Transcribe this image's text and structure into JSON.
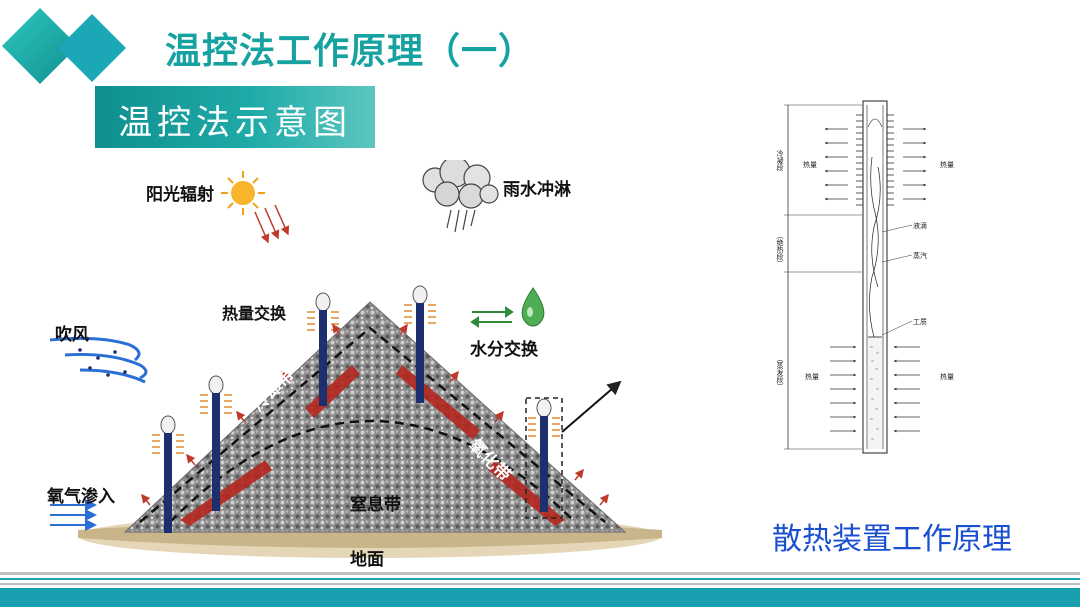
{
  "header": {
    "title": "温控法工作原理（一）",
    "subtitle": "温控法示意图"
  },
  "left_diagram": {
    "sun_label": "阳光辐射",
    "rain_label": "雨水冲淋",
    "wind_label": "吹风",
    "heat_exchange_label": "热量交换",
    "water_exchange_label": "水分交换",
    "oxygen_label": "氧气渗入",
    "cooling_zone_label": "冷却带",
    "oxidation_zone_label": "氧化带",
    "suffocation_zone_label": "窒息带",
    "ground_label": "地面"
  },
  "right_diagram": {
    "caption": "散热装置工作原理",
    "cooling_section": "冷凝段",
    "insulation_section": "（绝热段）",
    "evaporation_section": "（蒸发段）",
    "heat_labels": [
      "热量",
      "热量",
      "热量",
      "热量"
    ],
    "liquid_film": "液滴",
    "vapor": "蒸汽",
    "working_fluid": "工质"
  },
  "colors": {
    "teal": "#17a2a2",
    "caption_blue": "#1a4fd0",
    "oxidation_red": "#b3261e",
    "pile_gray": "#8a8a8a"
  }
}
